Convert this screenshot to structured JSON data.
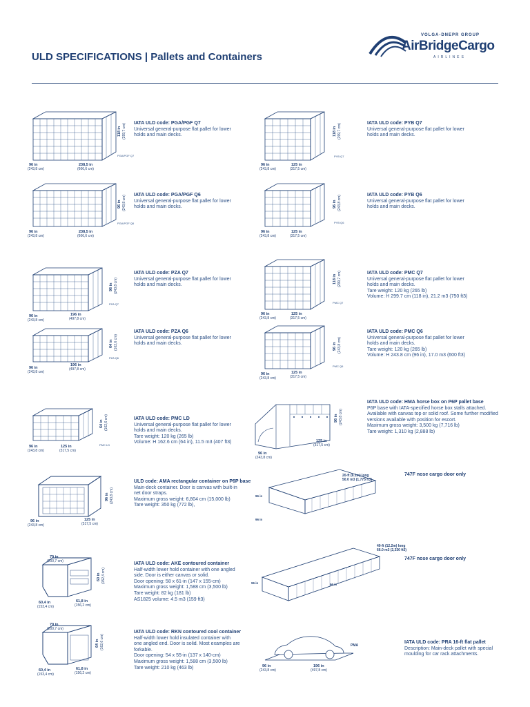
{
  "header": {
    "title": "ULD SPECIFICATIONS | Pallets and Containers",
    "logo_group": "VOLGA-DNEPR GROUP",
    "logo_main": "AirBridgeCargo",
    "logo_sub": "AIRLINES"
  },
  "entries": [
    {
      "code": "IATA ULD code: PGA/PGF Q7",
      "lines": [
        "Universal general-purpose flat pallet for lower",
        "holds and main decks."
      ]
    },
    {
      "code": "IATA ULD code: PYB Q7",
      "lines": [
        "Universal general-purpose flat pallet for lower",
        "holds and main decks."
      ]
    },
    {
      "code": "IATA ULD code: PGA/PGF Q6",
      "lines": [
        "Universal general-purpose flat pallet for lower",
        "holds and main decks."
      ]
    },
    {
      "code": "IATA ULD code: PYB Q6",
      "lines": [
        "Universal general-purpose flat pallet for lower",
        "holds and main decks."
      ]
    },
    {
      "code": "IATA ULD code: PZA Q7",
      "lines": [
        "Universal general-purpose flat pallet for lower",
        "holds and main decks."
      ]
    },
    {
      "code": "IATA ULD code: PMC Q7",
      "lines": [
        "Universal general-purpose flat pallet for lower",
        "holds and main decks.",
        "Tare weight: 120 kg (265 lb)",
        "Volume: H 299.7 cm (118 in), 21.2 m3 (750 ft3)"
      ]
    },
    {
      "code": "IATA ULD code: PZA Q6",
      "lines": [
        "Universal general-purpose flat pallet for lower",
        "holds and main decks."
      ]
    },
    {
      "code": "IATA ULD code: PMC Q6",
      "lines": [
        "Universal general-purpose flat pallet for lower",
        "holds and main decks.",
        "Tare weight: 120 kg (265 lb)",
        "Volume: H 243.8 cm (96 in), 17.0 m3 (600 ft3)"
      ]
    },
    {
      "code": "IATA ULD code: PMC LD",
      "lines": [
        "Universal general-purpose flat pallet for lower",
        "holds and main decks.",
        "Tare weight: 120 kg (265 lb)",
        "Volume: H 162.6 cm (64 in), 11.5 m3 (407 ft3)"
      ]
    },
    {
      "code": "IATA ULD code: HMA horse box on P6P pallet base",
      "lines": [
        "P6P base with IATA-specified horse box stalls attached.",
        "Available with canvas top or solid roof. Some further modified",
        "versions available with position for escort.",
        "Maximum gross weight: 3,500 kg (7,716 lb)",
        "Tare weight: 1,310 kg (2,888 lb)"
      ]
    },
    {
      "code": "ULD code: AMA rectangular container on P6P base",
      "lines": [
        "Main-deck container. Door is canvas with built-in",
        "net door straps.",
        "Maximum gross weight: 6,804 cm (15,000 lb)",
        "Tare weight: 350 kg (772 lb),"
      ]
    },
    {
      "code": "IATA ULD code: AKE contoured container",
      "lines": [
        "Half-width lower hold container with one angled",
        "side. Door is either canvas or solid.",
        "Door opening: 58 x 61-in (147 x 155-cm)",
        "Maximum gross weight: 1,588 cm (3,500 lb)",
        "Tare weight: 82 kg (181 lb)",
        "AS1825 volume: 4.5 m3 (159 ft3)"
      ]
    },
    {
      "code": "IATA ULD code: RKN contoured cool container",
      "lines": [
        "Half-width lower hold insulated container with",
        "one angled end. Door is solid. Most examples are",
        "forkable.",
        "Door opening: 54 x 55-in (137 x 140-cm)",
        "Maximum gross weight: 1,588 cm (3,500 lb)",
        "Tare weight: 210 kg (463 lb)"
      ]
    },
    {
      "code": "IATA ULD code:  PRA 16-ft flat pallet",
      "lines": [
        "Description: Main-deck pallet with special",
        "moulding for car rack attachments."
      ]
    }
  ],
  "notes": {
    "nose1": "747F nose cargo door only",
    "nose2": "747F nose cargo door only",
    "dim_20ft_a": "20-ft (6.1m) long",
    "dim_20ft_b": "50.0 m3 (1,775 ft3)",
    "dim_40ft_a": "40-ft (12.2m) long",
    "dim_40ft_b": "66.0 m3 (2,330 ft3)",
    "pma": "PMA"
  },
  "dims": {
    "d96": "96 in",
    "d96cm": "(243,8 cm)",
    "d238": "238,5 in",
    "d238cm": "(606,6 cm)",
    "d125": "125 in",
    "d125cm": "(317,5 cm)",
    "d196": "196 in",
    "d196cm": "(497,8 cm)",
    "h118": "118 in",
    "h118cm": "(299,7 cm)",
    "h96": "96 in",
    "h96cm": "(243,8 cm)",
    "h64": "64 in",
    "h64cm": "(162,6 cm)",
    "d79": "79 in",
    "d79cm": "(200,7 cm)",
    "d604": "60,4 in",
    "d604cm": "(153,4 cm)",
    "d618": "61,8 in",
    "d618cm": "(156,2 cm)",
    "d60": "60 in",
    "d60cm": "(152,4 cm)",
    "lbl_pga_q7": "PGA/PGF Q7",
    "lbl_pga_q6": "PGA/PGF Q6",
    "lbl_pyb_q7": "PYB Q7",
    "lbl_pyb_q6": "PYB Q6",
    "lbl_pza_q7": "PZA Q7",
    "lbl_pza_q6": "PZA Q6",
    "lbl_pmc_q7": "PMC Q7",
    "lbl_pmc_q6": "PMC Q6",
    "lbl_pmc_ld": "PMC LD"
  },
  "colors": {
    "brand": "#1f3f73",
    "line": "#2b4f85"
  }
}
